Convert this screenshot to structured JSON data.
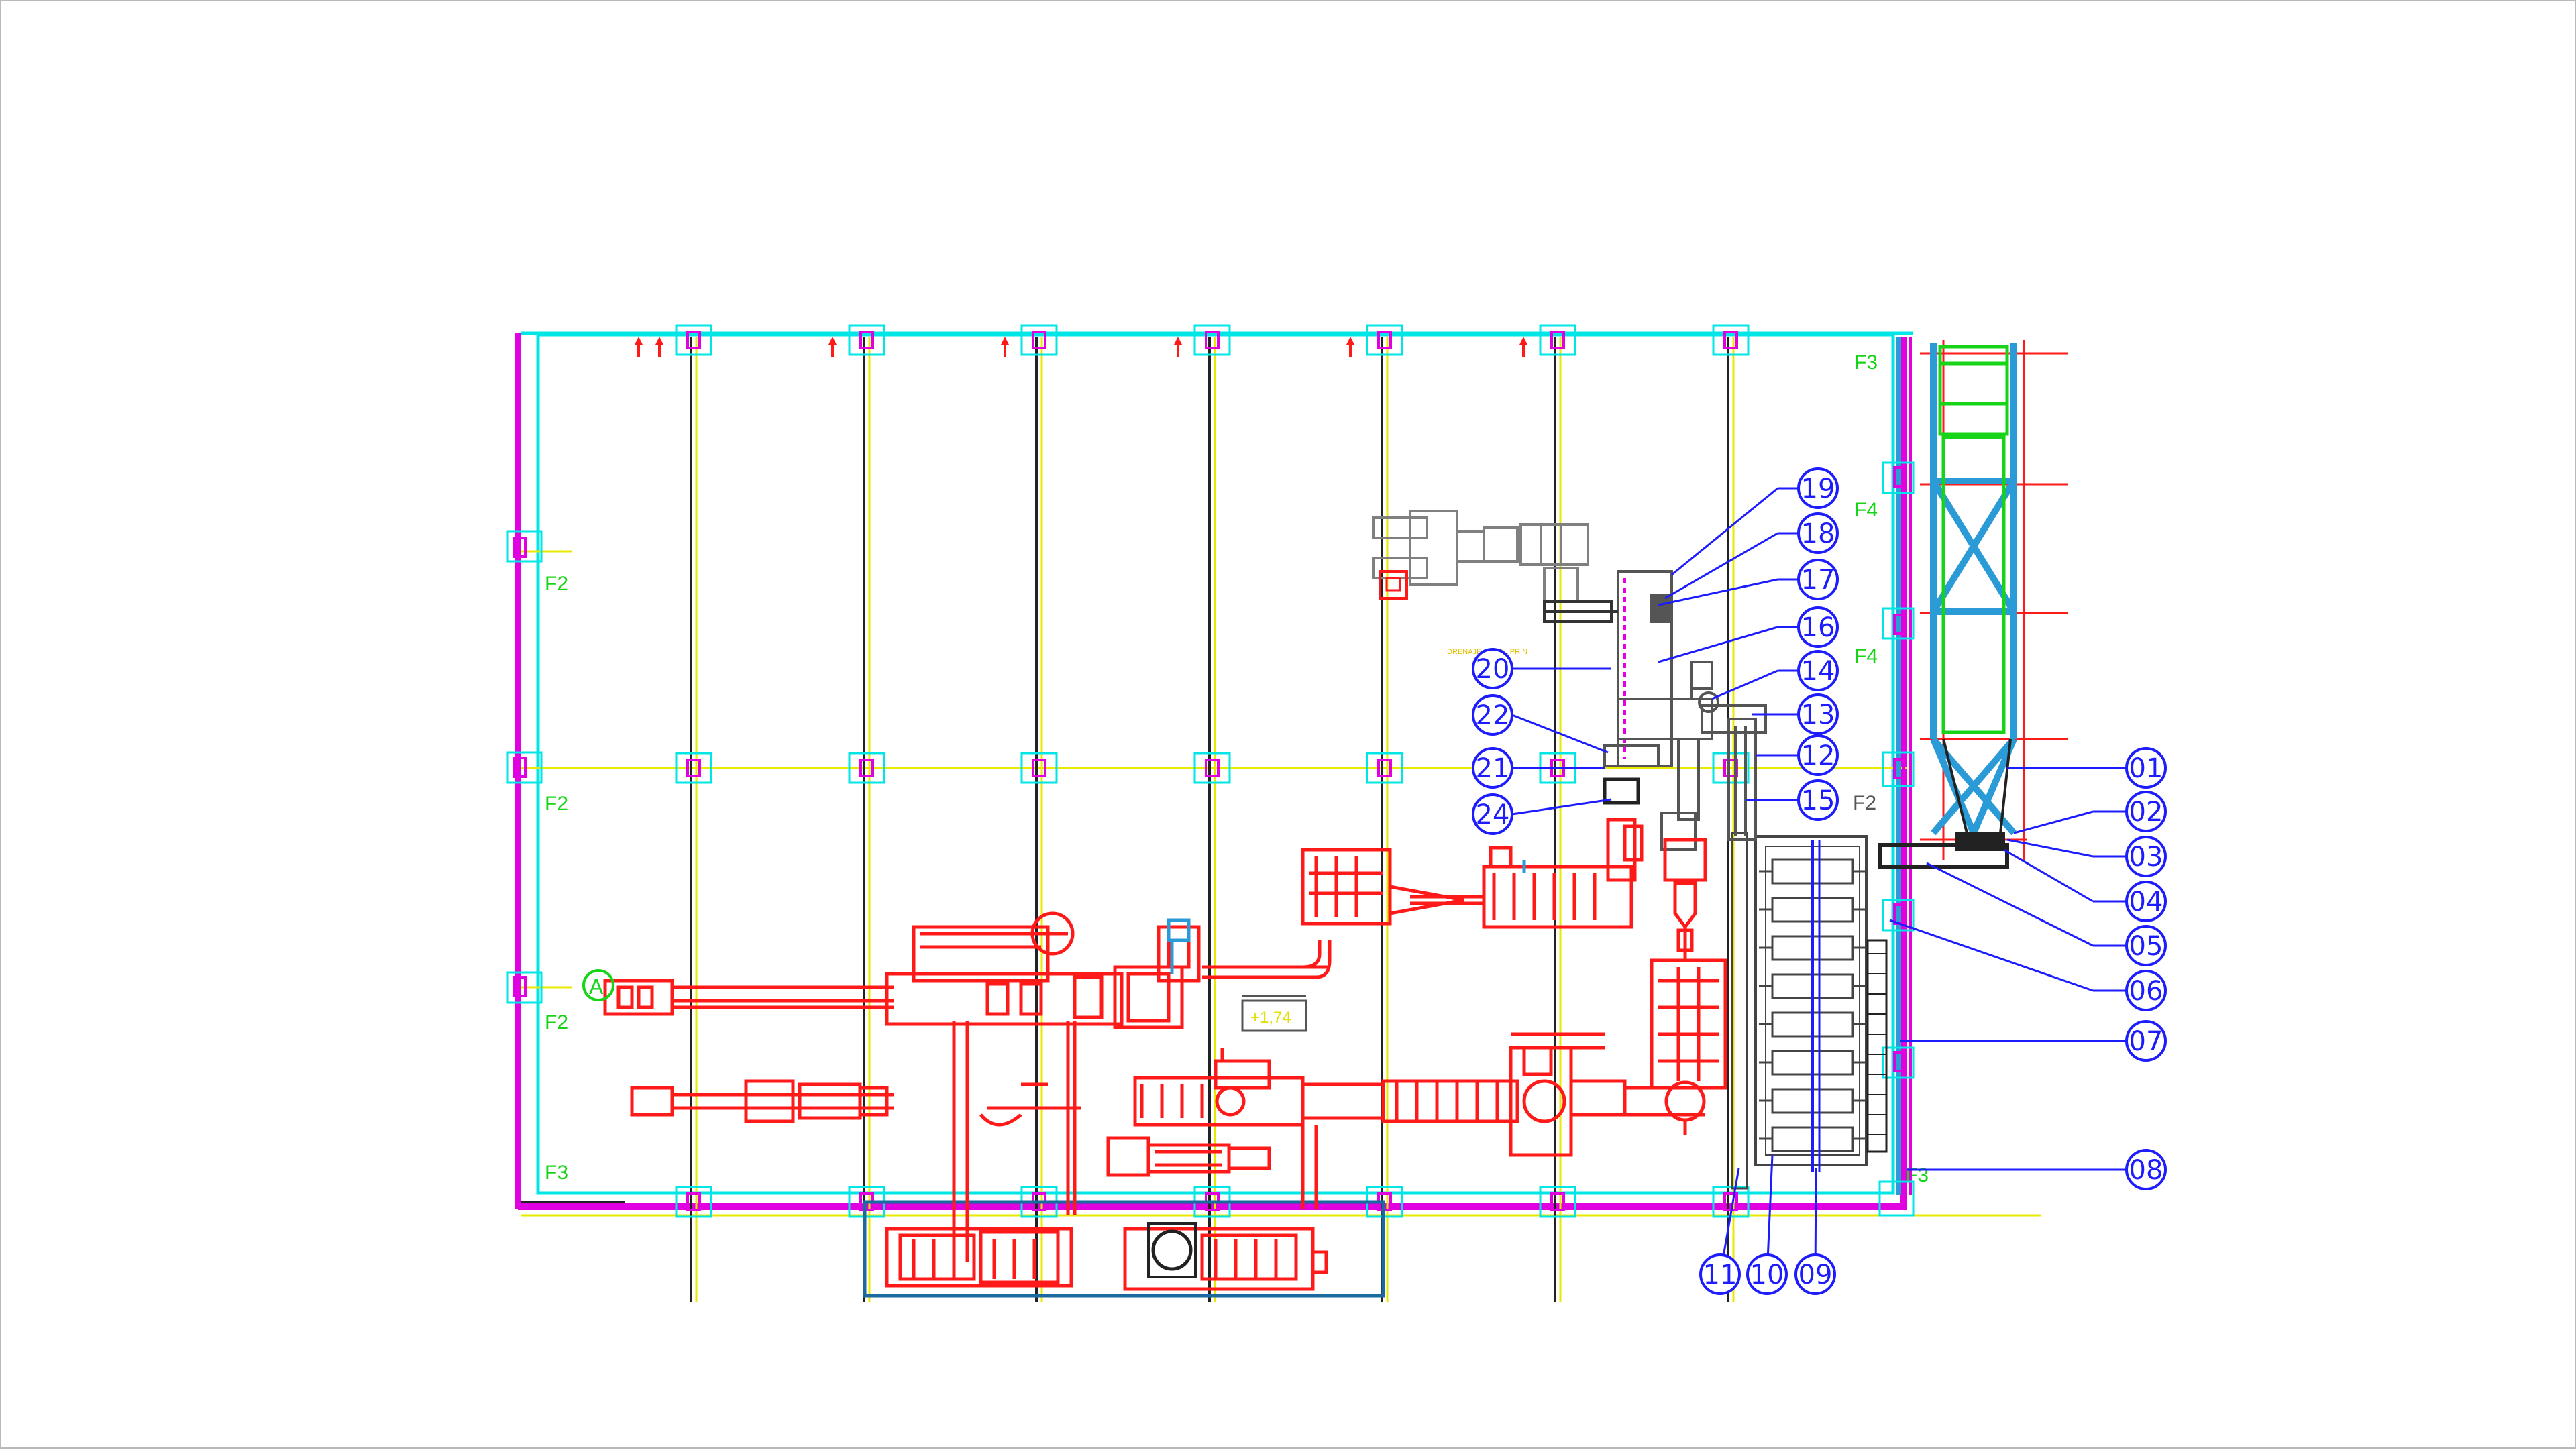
{
  "colors": {
    "background": "#ffffff",
    "frame": "#b9b9b9",
    "column_grid": "#00e5e5",
    "magenta_wall": "#e000e0",
    "yellow_axis": "#e8e800",
    "equipment": "#ff1a1a",
    "callout": "#1c1cff",
    "zone_label": "#18d418",
    "steel_structure": "#2a9bd6",
    "grey_equipment": "#808080"
  },
  "zone_labels": {
    "left_upper": "F2",
    "left_middle": "F2",
    "left_lower": "F2",
    "left_bottom": "F3",
    "right_top": "F3",
    "right_upper": "F4",
    "right_middle": "F4",
    "right_center": "F2",
    "right_bottom": "F3"
  },
  "callouts_right": [
    "01",
    "02",
    "03",
    "04",
    "05",
    "06",
    "07",
    "08"
  ],
  "callouts_upper": [
    "19",
    "18",
    "17",
    "16",
    "14",
    "13",
    "12",
    "15"
  ],
  "callouts_left": [
    "20",
    "22",
    "21",
    "24"
  ],
  "callouts_bottom": [
    "11",
    "10",
    "09"
  ],
  "axis_marker": "A",
  "elevation_label": "+1,74",
  "small_note": "DRENAJE CANAL PRIN"
}
